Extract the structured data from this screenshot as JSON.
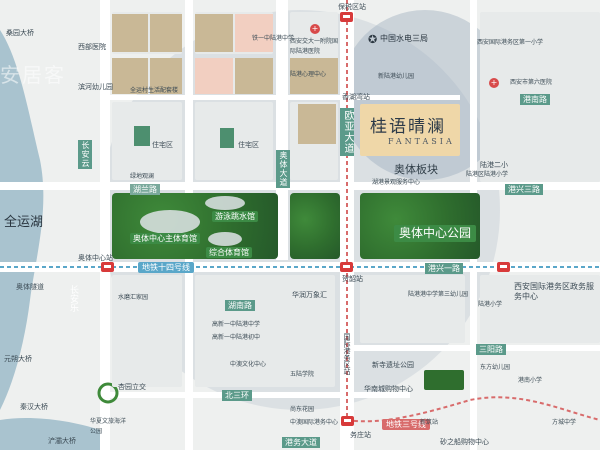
{
  "map": {
    "watermark": "安居客",
    "water": {
      "lake": "全运湖",
      "river_left": "长安乐"
    },
    "project": {
      "name_cn": "桂语晴澜",
      "name_en": "FANTASIA",
      "district": "奥体板块"
    },
    "parks": {
      "central_park": "奥体中心公园",
      "stadium_main": "奥体中心主体育馆",
      "swim_hall": "游泳跳水馆",
      "gym_hall": "综合体育馆"
    },
    "roads": {
      "ouyi_avenue": "欧亚大道",
      "aoti_avenue": "奥体大道",
      "changan_cloud": "长安云",
      "chanba_avenue": "浐霸大道",
      "gangxing_3": "港兴三路",
      "gangxing_1": "港兴一路",
      "beisanhuan": "北三环",
      "gangwu_avenue": "港务大道",
      "gangnan_road": "港南路",
      "sanyuan_road": "三阳路",
      "hunan_road": "湖南路",
      "shulanlu": "湖兰路",
      "aoti_center_tunnel": "奥体隧道"
    },
    "metro": {
      "line14": "地铁十四号线",
      "line3": "地铁三号线",
      "station_north": "保税区站",
      "station_aoti": "奥体中心站",
      "station_heyang": "贺韶站",
      "station_gangwu": "国际港务区站",
      "station_jiuyang": "香湖湾站",
      "station_wuchuan": "务庄站"
    },
    "places": {
      "taocun_bridge": "桑园大桥",
      "xibao_hospital": "西部医院",
      "binhe_kindergarten": "滨河幼儿园",
      "jinlan_plaza": "全运村生活配套楼",
      "lugang_school": "铁一中陆港中学",
      "xiyang_road": "西安交大一附院国际陆港医院",
      "lugang_vet": "陆港心理中心",
      "lugang_kinder": "新陆港幼儿园",
      "china_power": "中国水电三局",
      "lugang_primary": "西安国际港务区第一小学",
      "xibu_hospital2": "西安市第六医院",
      "lugang_second": "陆港二小",
      "shadow_center": "湖港景观服务中心",
      "lugang_community": "陆港区陆港小学",
      "residence1": "住宅区",
      "residence2": "住宅区",
      "green_lane": "绿地观澜",
      "huarun": "华润万象汇",
      "tiexue": "高新一中陆港中学",
      "tiexue2": "高新一中陆港初中",
      "wudong": "五陆学院",
      "xinsite": "新寺遗址公园",
      "huanan_mall": "华南城购物中心",
      "gangwu_service": "西安国际港务区政务服务中心",
      "lugang_third": "陆港港中学第三幼儿园",
      "xinglin_garden": "杏园立交",
      "huaxia_library": "华夏文旅海洋公园",
      "qianfo": "浐灞大桥",
      "yuanming": "元朔大桥",
      "qinhan_bridge": "秦汉大桥",
      "shangdong_xiaoqu": "尚东花园",
      "mao_school": "中澳国际港务中心",
      "sports_center": "中澳文化中心",
      "dongfang_kinder": "东方幼儿园",
      "lugang_primary2": "陆港小学",
      "gangnan_primary": "港南小学",
      "sandao_center": "砂之船购物中心",
      "fangcheng": "方城中学",
      "xinzhan": "新筑站",
      "fenghe": "水磨汇家园"
    }
  }
}
